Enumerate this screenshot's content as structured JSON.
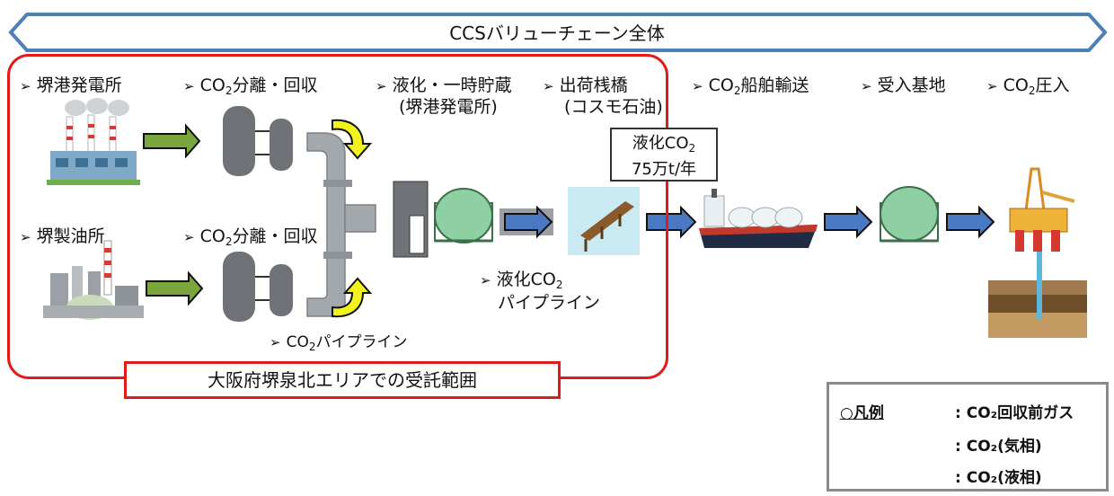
{
  "banner": {
    "title": "CCSバリューチェーン全体"
  },
  "marker": "➢",
  "labels": {
    "sakai_power": "堺港発電所",
    "capture_top_pre": "CO",
    "capture_top_sub": "2",
    "capture_top_post": "分離・回収",
    "liquefaction_1": "液化・一時貯蔵",
    "liquefaction_2": "(堺港発電所)",
    "shipping_pier_1": "出荷桟橋",
    "shipping_pier_2": "(コスモ石油)",
    "ship_transport_pre": "CO",
    "ship_transport_sub": "2",
    "ship_transport_post": "船舶輸送",
    "receiving_base": "受入基地",
    "injection_pre": "CO",
    "injection_sub": "2",
    "injection_post": "圧入",
    "sakai_refinery": "堺製油所",
    "capture_bottom_pre": "CO",
    "capture_bottom_sub": "2",
    "capture_bottom_post": "分離・回収",
    "liquid_pipeline_pre": "液化CO",
    "liquid_pipeline_sub": "2",
    "liquid_pipeline_2": "パイプライン",
    "gas_pipeline_pre": "CO",
    "gas_pipeline_sub": "2",
    "gas_pipeline_post": "パイプライン"
  },
  "volume": {
    "line1_pre": "液化CO",
    "line1_sub": "2",
    "line2": "75万t/年"
  },
  "region": {
    "label": "大阪府堺泉北エリアでの受託範囲"
  },
  "legend": {
    "title": "○凡例",
    "items": [
      {
        "text": ": CO₂回収前ガス",
        "color": "#7aa63c"
      },
      {
        "text": ": CO₂(気相)",
        "color": "#f2f21c"
      },
      {
        "text": ": CO₂(液相)",
        "color": "#4a79c4"
      }
    ]
  },
  "colors": {
    "region_border": "#e21a1a",
    "banner_border": "#4f7fb8",
    "green_arrow": "#7aa63c",
    "yellow_arrow": "#f2f21c",
    "blue_arrow": "#4a79c4"
  }
}
